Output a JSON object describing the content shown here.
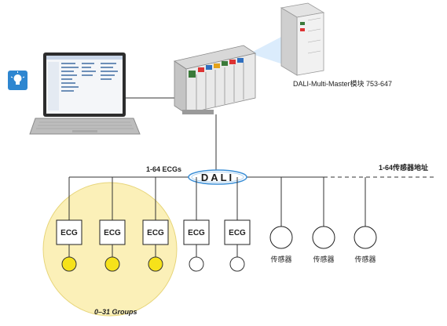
{
  "module_label": "DALI-Multi-Master模块 753-647",
  "bus_logo": "DALI",
  "bus_left_label": "1-64 ECGs",
  "bus_right_label": "1-64传感器地址",
  "groups_label": "0–31 Groups",
  "ecgs": [
    {
      "label": "ECG",
      "lamp_state": "on"
    },
    {
      "label": "ECG",
      "lamp_state": "on"
    },
    {
      "label": "ECG",
      "lamp_state": "on"
    },
    {
      "label": "ECG",
      "lamp_state": "off"
    },
    {
      "label": "ECG",
      "lamp_state": "off"
    }
  ],
  "sensors": [
    {
      "label": "传感器"
    },
    {
      "label": "传感器"
    },
    {
      "label": "传感器"
    }
  ],
  "icons": {
    "app_icon": "light-bulb-icon",
    "laptop": "laptop-icon",
    "controller": "plc-controller-icon",
    "module": "dali-module-icon"
  },
  "colors": {
    "group_fill": "#fbf0b8",
    "lamp_on": "#f6e21a",
    "bus_logo_outline": "#3a8ed6",
    "app_icon_bg": "#2e86d0"
  }
}
